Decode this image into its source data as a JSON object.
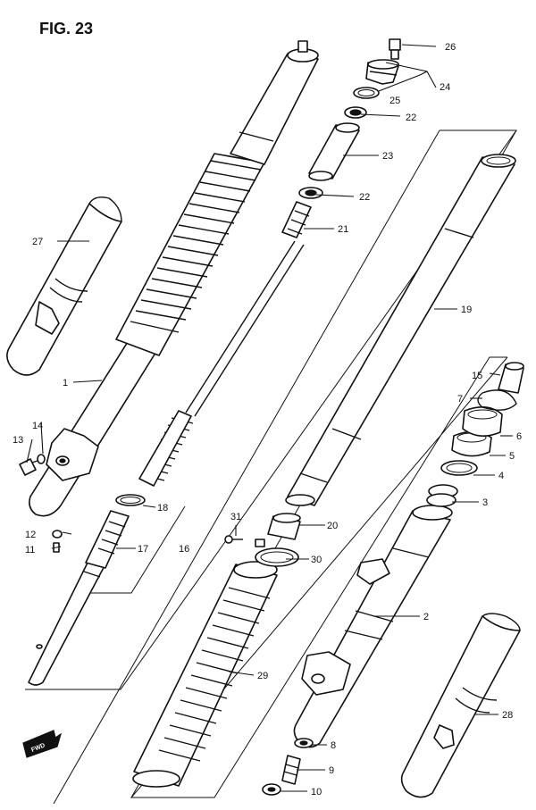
{
  "figure_title": "FIG. 23",
  "fwd_mark": "FWD",
  "callouts": {
    "n1": "1",
    "n2": "2",
    "n3": "3",
    "n4": "4",
    "n5": "5",
    "n6": "6",
    "n7": "7",
    "n8": "8",
    "n9": "9",
    "n10": "10",
    "n11": "11",
    "n12": "12",
    "n13": "13",
    "n14": "14",
    "n15": "15",
    "n16": "16",
    "n17": "17",
    "n18": "18",
    "n19": "19",
    "n20": "20",
    "n21": "21",
    "n22a": "22",
    "n22b": "22",
    "n23": "23",
    "n24": "24",
    "n25": "25",
    "n26": "26",
    "n27": "27",
    "n28": "28",
    "n29": "29",
    "n30": "30",
    "n31": "31"
  }
}
